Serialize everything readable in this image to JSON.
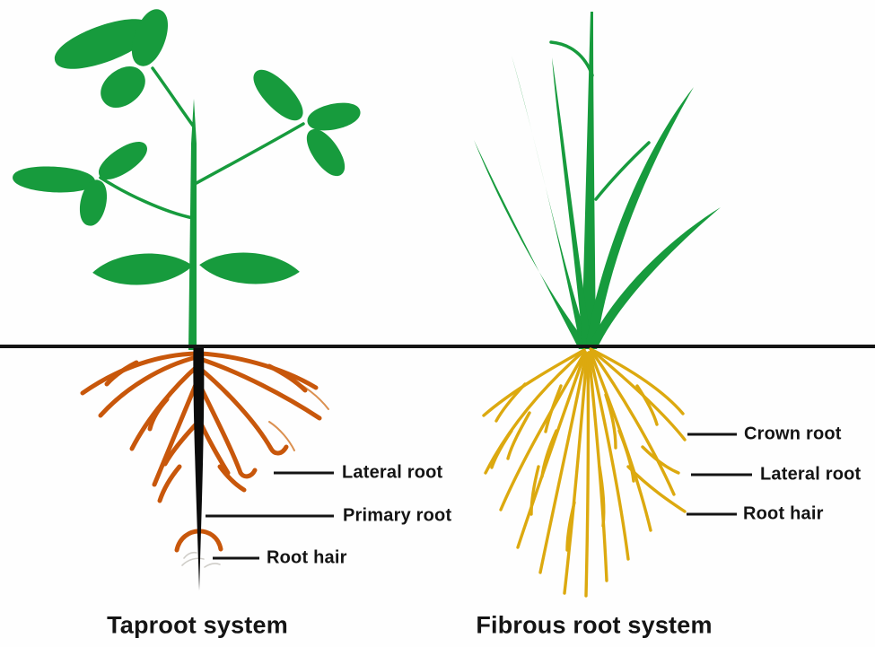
{
  "colors": {
    "leafGreen": "#179B3D",
    "rootOrange": "#C8570B",
    "rootOrangeLight": "#DB9050",
    "rootYellow": "#DCA90F",
    "taprootBlack": "#0B0B0B",
    "inkBlack": "#141414",
    "hairGray": "#CFCDC8",
    "background": "#FEFEFE"
  },
  "left": {
    "caption": "Taproot system",
    "labels": [
      {
        "text": "Lateral root"
      },
      {
        "text": "Primary root"
      },
      {
        "text": "Root hair"
      }
    ]
  },
  "right": {
    "caption": "Fibrous root system",
    "labels": [
      {
        "text": "Crown root"
      },
      {
        "text": "Lateral root"
      },
      {
        "text": "Root hair"
      }
    ]
  }
}
